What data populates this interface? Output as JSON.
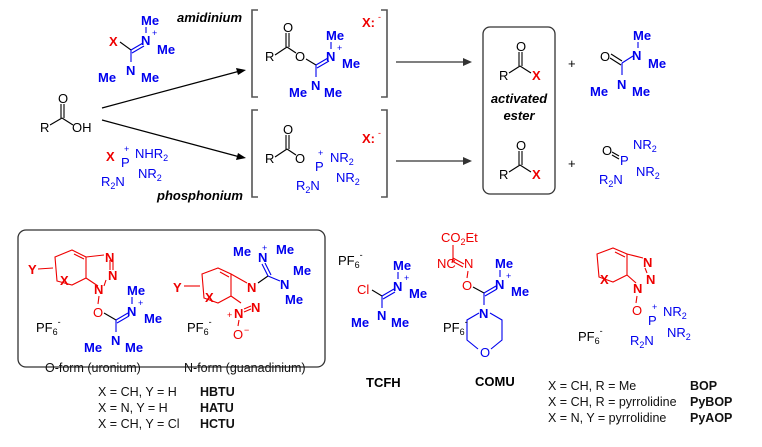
{
  "scheme": {
    "acid": {
      "R": "R",
      "O": "O",
      "OH": "OH"
    },
    "pathway_labels": {
      "top": "amidinium",
      "bottom": "phosphonium"
    },
    "amidinium_reagent": {
      "X": "X",
      "Me": "Me",
      "N": "N",
      "plus": "+"
    },
    "phosphonium_reagent": {
      "X": "X",
      "P": "P",
      "plus": "+",
      "NHR": "NHR",
      "NR": "NR",
      "R2N_R": "R",
      "R2N_N": "N",
      "sub2": "2"
    },
    "intermediate_top": {
      "R": "R",
      "O": "O",
      "counterion": "X:",
      "minus": "-"
    },
    "intermediate_bottom": {
      "R": "R",
      "O": "O",
      "counterion": "X:",
      "minus": "-"
    },
    "product_box": {
      "label_line1": "activated",
      "label_line2": "ester",
      "R": "R",
      "O": "O",
      "X": "X"
    },
    "plus_sign": "+",
    "byproduct_urea": {
      "O": "O",
      "N": "N",
      "Me": "Me"
    },
    "byproduct_phosphoramide": {
      "O": "O",
      "P": "P",
      "NR": "NR",
      "R": "R",
      "N": "N",
      "sub2": "2"
    }
  },
  "reagents": {
    "uronium_box": {
      "o_form_caption": "O-form (uronium)",
      "n_form_caption": "N-form (guanadinium)",
      "counterion": "PF",
      "counterion_sub": "6",
      "counterion_sup": "-",
      "atoms": {
        "Y": "Y",
        "X": "X",
        "N": "N",
        "O": "O",
        "Me": "Me",
        "plus": "+",
        "minus": "−"
      }
    },
    "uronium_table": [
      {
        "condition": "X = CH, Y = H",
        "name": "HBTU"
      },
      {
        "condition": "X = N, Y = H",
        "name": "HATU"
      },
      {
        "condition": "X = CH, Y = Cl",
        "name": "HCTU"
      }
    ],
    "tcfh": {
      "name": "TCFH",
      "Cl": "Cl",
      "N": "N",
      "Me": "Me",
      "plus": "+",
      "counterion": "PF",
      "counterion_sub": "6",
      "counterion_sup": "-"
    },
    "comu": {
      "name": "COMU",
      "CO2Et_a": "CO",
      "CO2Et_sub": "2",
      "CO2Et_b": "Et",
      "NC": "NC",
      "N": "N",
      "O": "O",
      "Me": "Me",
      "plus": "+",
      "counterion": "PF",
      "counterion_sub": "6",
      "counterion_sup": "-"
    },
    "phosphonium_salt": {
      "X": "X",
      "N": "N",
      "O": "O",
      "P": "P",
      "plus": "+",
      "NR": "NR",
      "R": "R",
      "sub2": "2",
      "counterion": "PF",
      "counterion_sub": "6",
      "counterion_sup": "-"
    },
    "phosphonium_table": [
      {
        "condition": "X = CH, R = Me",
        "name": "BOP"
      },
      {
        "condition": "X = CH, R = pyrrolidine",
        "name": "PyBOP"
      },
      {
        "condition": "X = N, Y = pyrrolidine",
        "name": "PyAOP"
      }
    ]
  },
  "colors": {
    "reagent_core": "#0000ee",
    "leaving_group": "#ee0000",
    "text": "#000000"
  }
}
